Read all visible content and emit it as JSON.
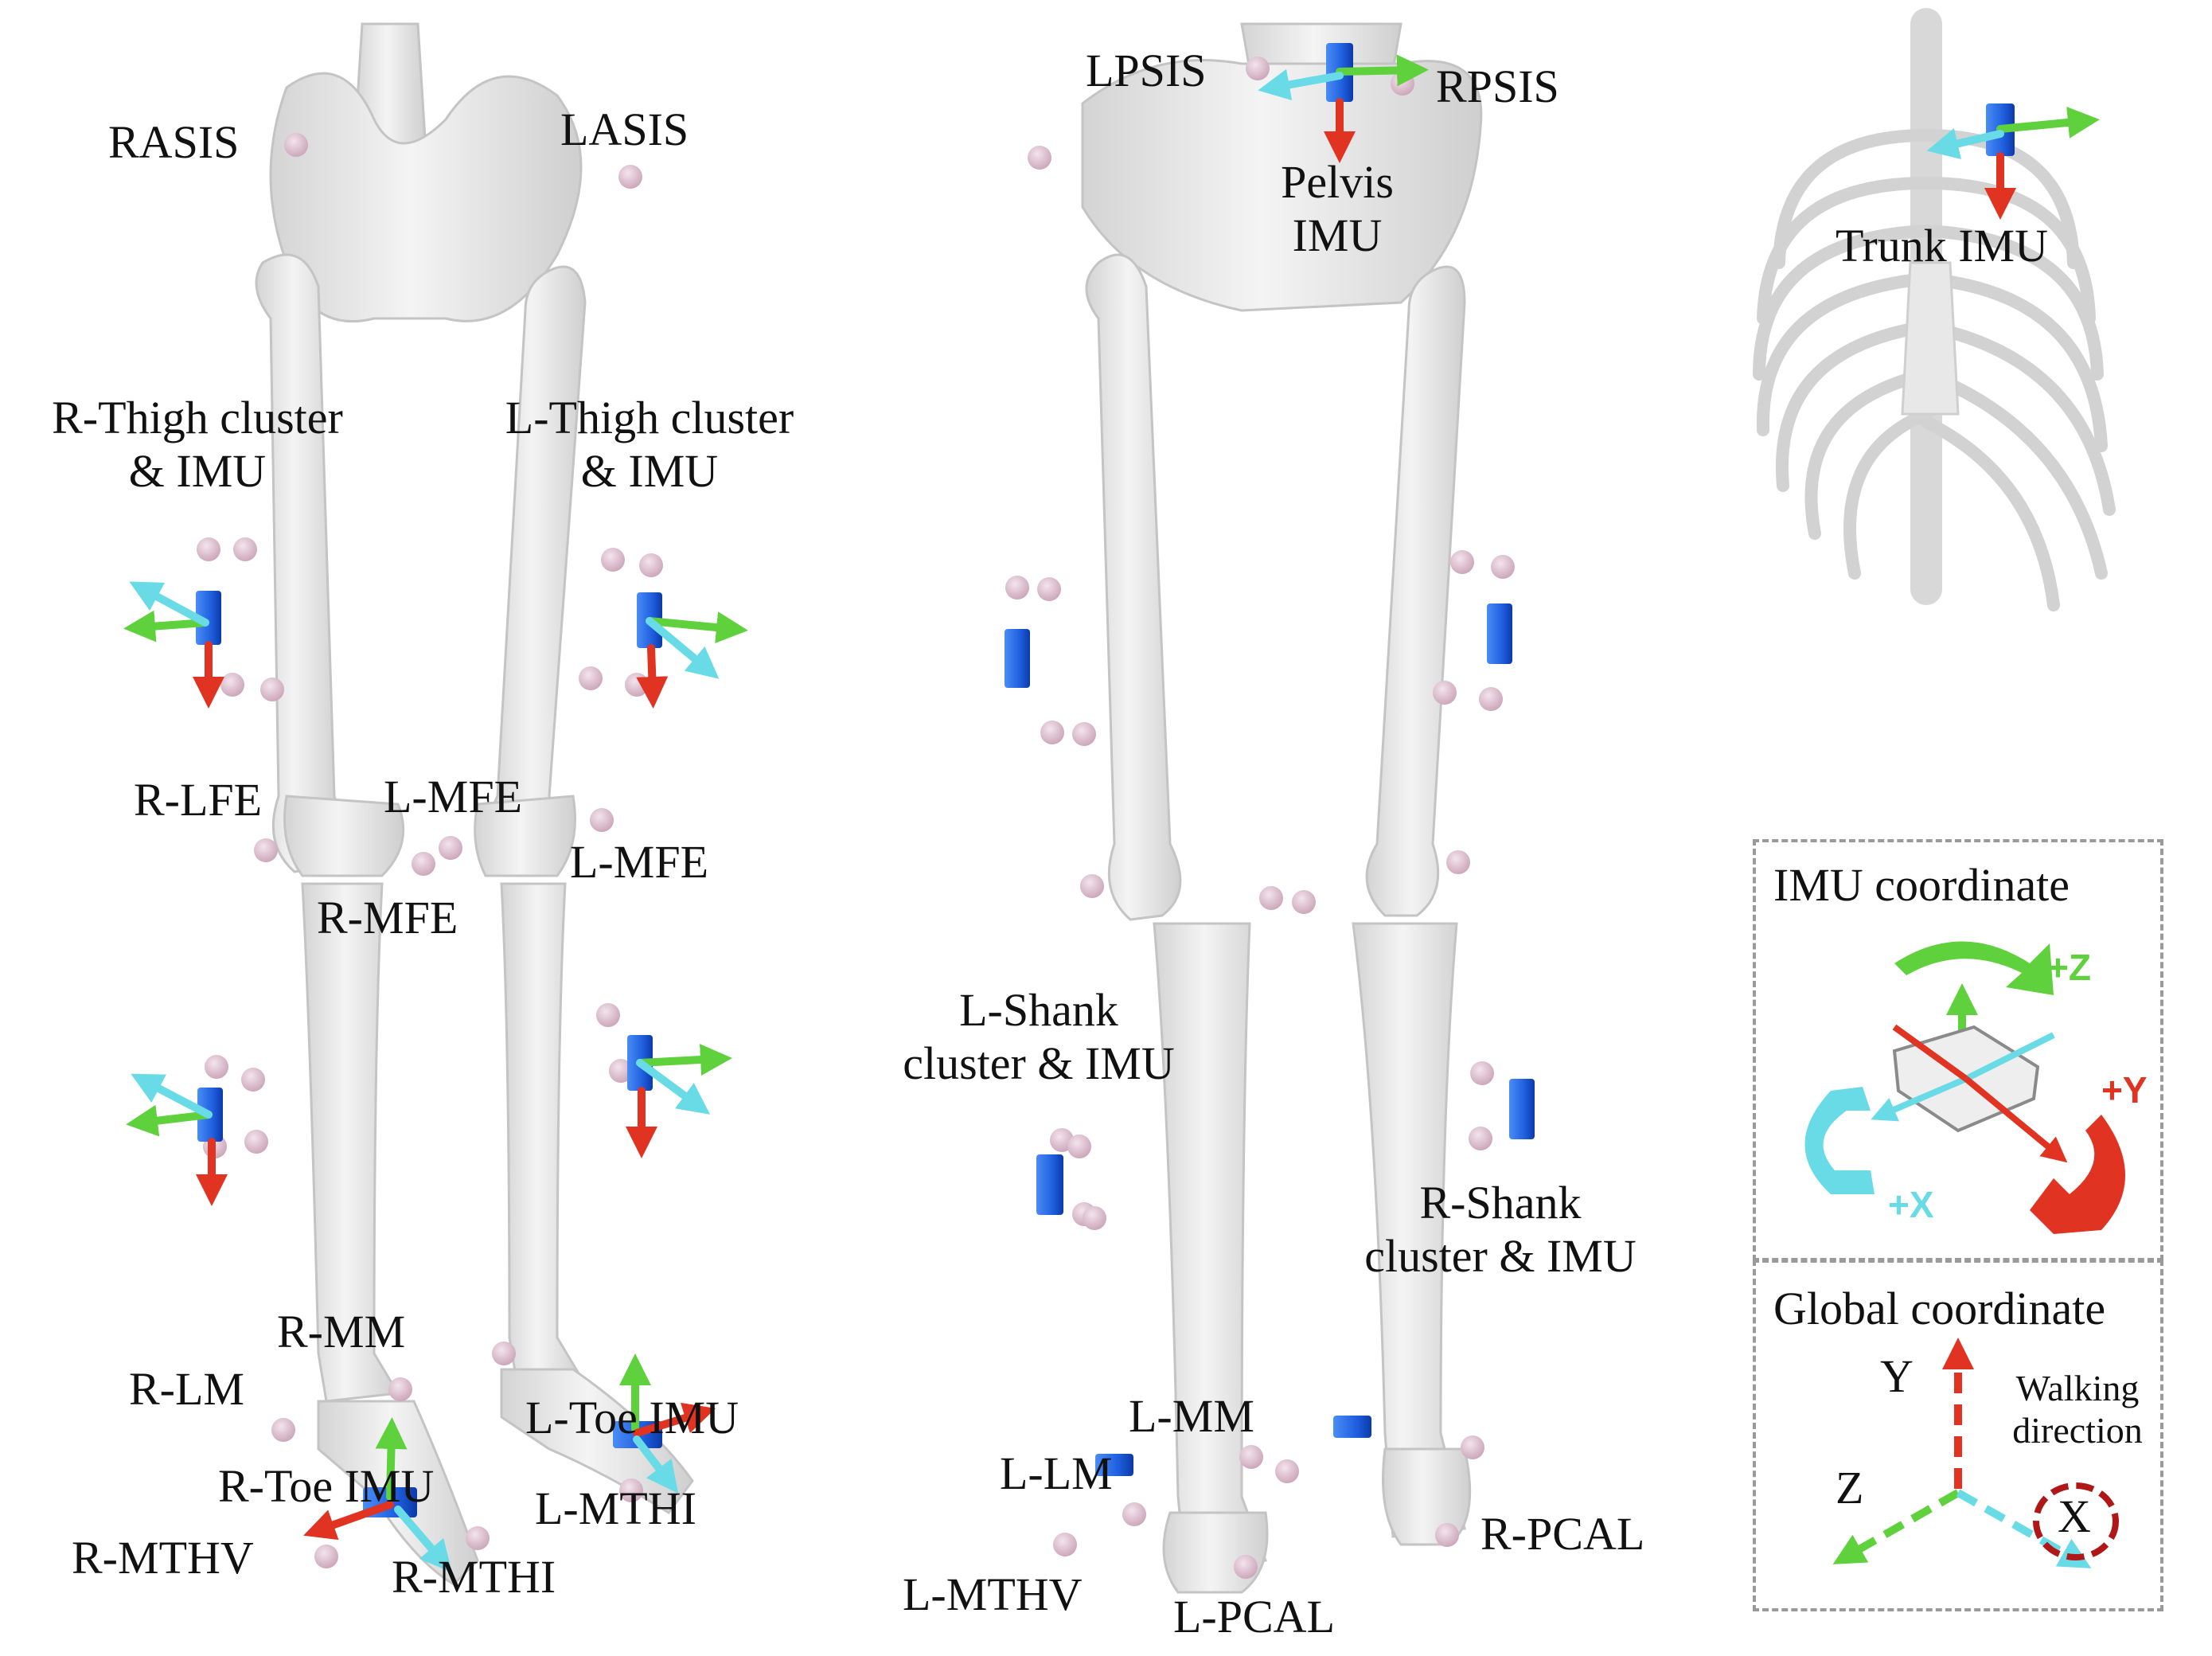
{
  "colors": {
    "bone": "#e6e6e6",
    "bone_edge": "#c4c4c4",
    "marker": "#d9b8c8",
    "imu_blue": "#1f5fe0",
    "axis_green": "#5fd13c",
    "axis_cyan": "#69dbe6",
    "axis_red": "#e03322"
  },
  "labels": {
    "rasis": "RASIS",
    "lasis": "LASIS",
    "r_thigh_1": "R-Thigh cluster",
    "r_thigh_2": "& IMU",
    "l_thigh_1": "L-Thigh cluster",
    "l_thigh_2": "& IMU",
    "r_lfe": "R-LFE",
    "l_mfe_a": "L-MFE",
    "l_mfe_b": "L-MFE",
    "r_mfe": "R-MFE",
    "r_mm": "R-MM",
    "r_lm": "R-LM",
    "r_toe_imu": "R-Toe IMU",
    "r_mthv": "R-MTHV",
    "r_mthi": "R-MTHI",
    "l_toe_imu": "L-Toe IMU",
    "l_mthi": "L-MTHI",
    "lpsis": "LPSIS",
    "rpsis": "RPSIS",
    "pelvis_1": "Pelvis",
    "pelvis_2": "IMU",
    "l_shank_1": "L-Shank",
    "l_shank_2": "cluster & IMU",
    "r_shank_1": "R-Shank",
    "r_shank_2": "cluster & IMU",
    "l_mm": "L-MM",
    "l_lm": "L-LM",
    "l_mthv": "L-MTHV",
    "l_pcal": "L-PCAL",
    "r_pcal": "R-PCAL",
    "trunk_imu": "Trunk IMU"
  },
  "imu_panel": {
    "title": "IMU coordinate",
    "z": "+Z",
    "y": "+Y",
    "x": "+X"
  },
  "global_panel": {
    "title": "Global coordinate",
    "y": "Y",
    "z": "Z",
    "x": "X",
    "walking_1": "Walking",
    "walking_2": "direction"
  }
}
